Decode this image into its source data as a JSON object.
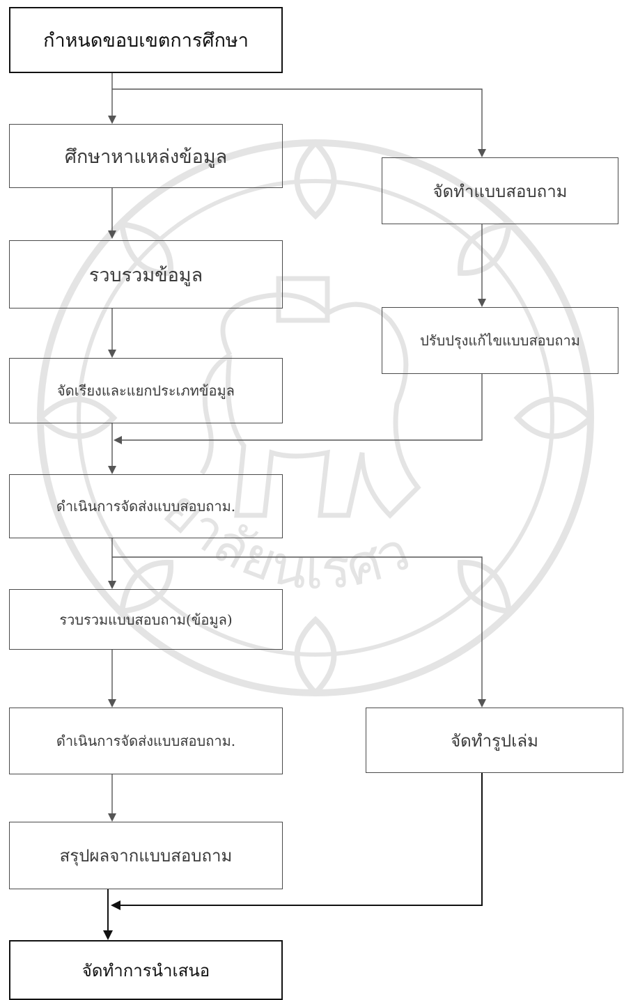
{
  "flowchart": {
    "steps": {
      "define_scope": "กำหนดขอบเขตการศึกษา",
      "find_sources": "ศึกษาหาแหล่งข้อมูล",
      "collect_data": "รวบรวมข้อมูล",
      "sort_classify": "จัดเรียงและแยกประเภทข้อมูล",
      "send_questionnaire_1": "ดำเนินการจัดส่งแบบสอบถาม.",
      "collect_questionnaires": "รวบรวมแบบสอบถาม(ข้อมูล)",
      "send_questionnaire_2": "ดำเนินการจัดส่งแบบสอบถาม.",
      "summarize_results": "สรุปผลจากแบบสอบถาม",
      "presentation": "จัดทำการนำเสนอ",
      "make_questionnaire": "จัดทำแบบสอบถาม",
      "revise_questionnaire": "ปรับปรุงแก้ไขแบบสอบถาม",
      "make_report": "จัดทำรูปเล่ม"
    },
    "watermark": "ยาลัยนเรศว"
  }
}
